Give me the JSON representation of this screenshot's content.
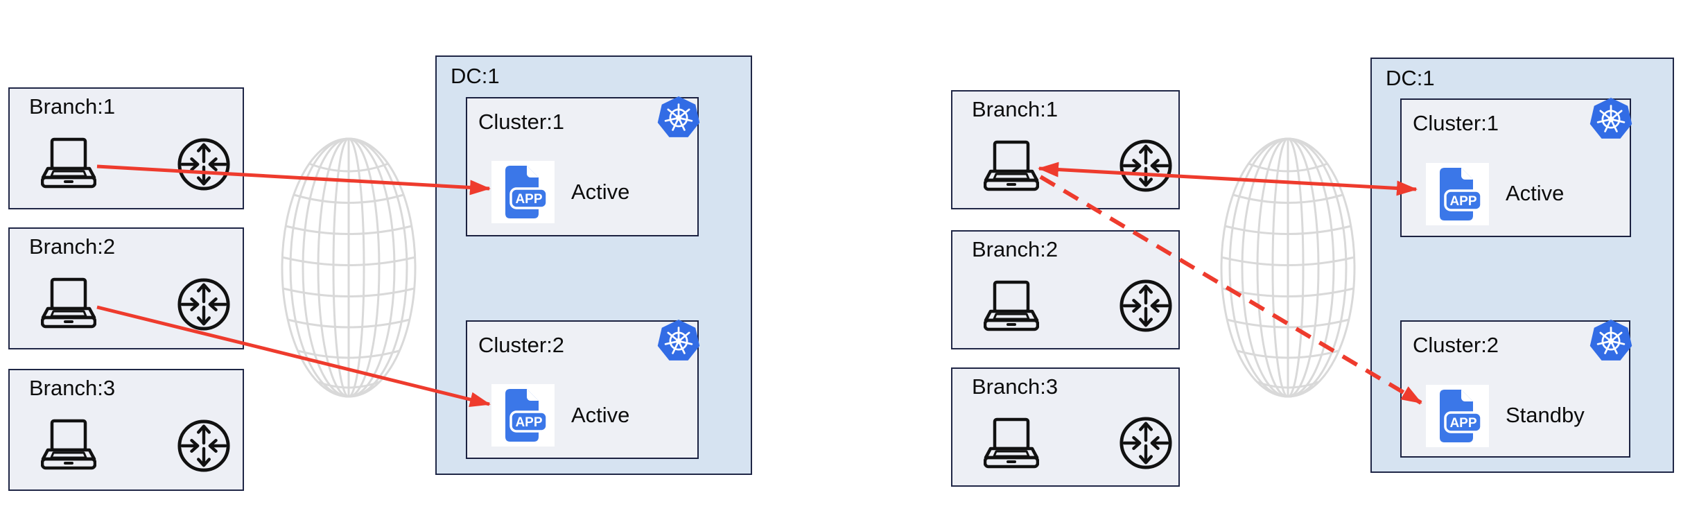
{
  "diagrams": [
    {
      "title": "left-topology",
      "branches": [
        {
          "label": "Branch:1"
        },
        {
          "label": "Branch:2"
        },
        {
          "label": "Branch:3"
        }
      ],
      "dc": {
        "label": "DC:1",
        "clusters": [
          {
            "label": "Cluster:1",
            "status": "Active"
          },
          {
            "label": "Cluster:2",
            "status": "Active"
          }
        ]
      },
      "connections": [
        {
          "from": "Branch:1",
          "to": "Cluster:1",
          "style": "solid",
          "bidirectional": false
        },
        {
          "from": "Branch:2",
          "to": "Cluster:2",
          "style": "solid",
          "bidirectional": false
        }
      ]
    },
    {
      "title": "right-topology",
      "branches": [
        {
          "label": "Branch:1"
        },
        {
          "label": "Branch:2"
        },
        {
          "label": "Branch:3"
        }
      ],
      "dc": {
        "label": "DC:1",
        "clusters": [
          {
            "label": "Cluster:1",
            "status": "Active"
          },
          {
            "label": "Cluster:2",
            "status": "Standby"
          }
        ]
      },
      "connections": [
        {
          "from": "Branch:1",
          "to": "Cluster:1",
          "style": "solid",
          "bidirectional": true
        },
        {
          "from": "Branch:1",
          "to": "Cluster:2",
          "style": "dashed",
          "bidirectional": false
        }
      ]
    }
  ],
  "icons": {
    "app_badge_label": "APP",
    "laptop": "laptop-icon",
    "router": "router-icon",
    "kubernetes": "kubernetes-icon",
    "globe": "wan-globe-icon"
  },
  "colors": {
    "accent_red": "#ee3b2d",
    "kubernetes_blue": "#326ce5",
    "app_icon_blue": "#3b77e8",
    "dc_fill": "#d6e3f1",
    "box_fill": "#eef0f5",
    "box_border": "#1f2646",
    "globe_gray": "#d9d9d9"
  }
}
